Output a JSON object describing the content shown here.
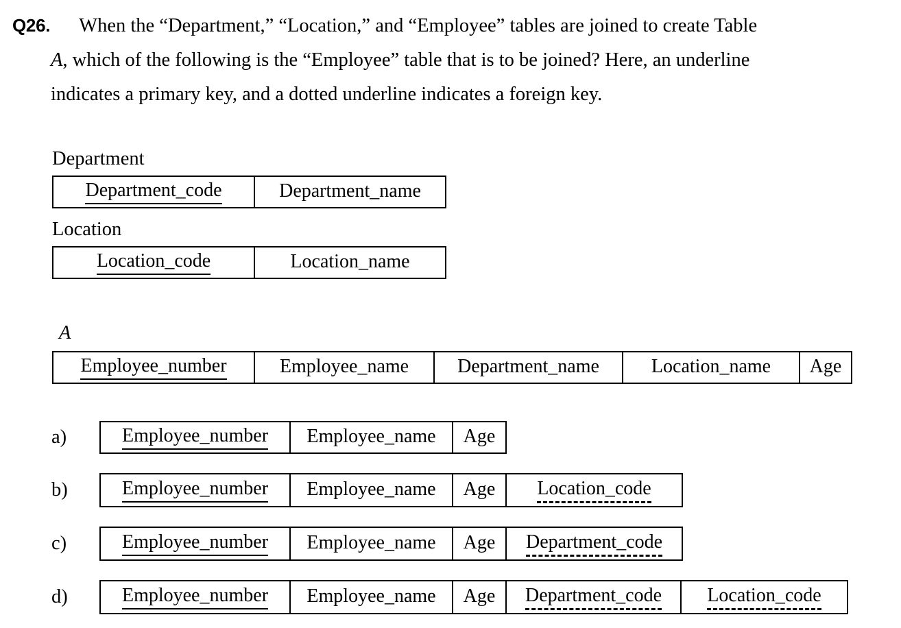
{
  "question": {
    "number": "Q26.",
    "lines": [
      "When the “Department,” “Location,” and “Employee” tables are joined to create Table",
      "A, which of the following is the “Employee” table that is to be joined? Here, an underline",
      "indicates a primary key, and a dotted underline indicates a foreign key."
    ],
    "line2_italic_lead": "A",
    "line2_rest": ", which of the following is the “Employee” table that is to be joined? Here, an underline"
  },
  "schemas": {
    "department": {
      "caption": "Department",
      "columns": [
        {
          "label": "Department_code",
          "key": "primary"
        },
        {
          "label": "Department_name",
          "key": "none"
        }
      ]
    },
    "location": {
      "caption": "Location",
      "columns": [
        {
          "label": "Location_code",
          "key": "primary"
        },
        {
          "label": "Location_name",
          "key": "none"
        }
      ]
    },
    "table_a": {
      "caption": "A",
      "columns": [
        {
          "label": "Employee_number",
          "key": "primary"
        },
        {
          "label": "Employee_name",
          "key": "none"
        },
        {
          "label": "Department_name",
          "key": "none"
        },
        {
          "label": "Location_name",
          "key": "none"
        },
        {
          "label": "Age",
          "key": "none"
        }
      ]
    }
  },
  "options": [
    {
      "letter": "a)",
      "columns": [
        {
          "label": "Employee_number",
          "key": "primary"
        },
        {
          "label": "Employee_name",
          "key": "none"
        },
        {
          "label": "Age",
          "key": "none"
        }
      ]
    },
    {
      "letter": "b)",
      "columns": [
        {
          "label": "Employee_number",
          "key": "primary"
        },
        {
          "label": "Employee_name",
          "key": "none"
        },
        {
          "label": "Age",
          "key": "none"
        },
        {
          "label": "Location_code",
          "key": "foreign"
        }
      ]
    },
    {
      "letter": "c)",
      "columns": [
        {
          "label": "Employee_number",
          "key": "primary"
        },
        {
          "label": "Employee_name",
          "key": "none"
        },
        {
          "label": "Age",
          "key": "none"
        },
        {
          "label": "Department_code",
          "key": "foreign"
        }
      ]
    },
    {
      "letter": "d)",
      "columns": [
        {
          "label": "Employee_number",
          "key": "primary"
        },
        {
          "label": "Employee_name",
          "key": "none"
        },
        {
          "label": "Age",
          "key": "none"
        },
        {
          "label": "Department_code",
          "key": "foreign"
        },
        {
          "label": "Location_code",
          "key": "foreign"
        }
      ]
    }
  ],
  "colors": {
    "text": "#000000",
    "background": "#ffffff",
    "border": "#000000"
  }
}
